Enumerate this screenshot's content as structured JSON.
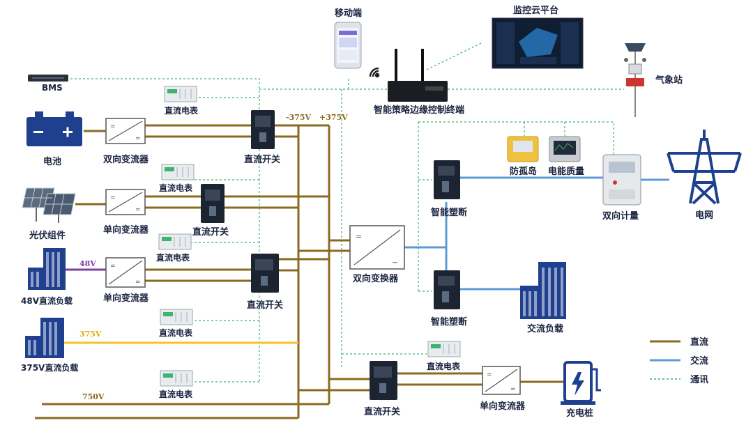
{
  "labels": {
    "mobile": "移动端",
    "cloud": "监控云平台",
    "bms": "BMS",
    "weather": "气象站",
    "edge": "智能策略边缘控制终端",
    "battery": "电池",
    "pv": "光伏组件",
    "load48": "48V直流负载",
    "load375": "375V直流负载",
    "bidir_conv": "双向变流器",
    "uni_conv_1": "单向变流器",
    "uni_conv_2": "单向变流器",
    "uni_conv_3": "单向变流器",
    "dc_meter_1": "直流电表",
    "dc_meter_2": "直流电表",
    "dc_meter_3": "直流电表",
    "dc_meter_4": "直流电表",
    "dc_meter_5": "直流电表",
    "dc_meter_6": "直流电表",
    "dc_switch_1": "直流开关",
    "dc_switch_2": "直流开关",
    "dc_switch_3": "直流开关",
    "dc_switch_4": "直流开关",
    "bidir_inverter": "双向变换器",
    "smart_breaker_1": "智能塑断",
    "smart_breaker_2": "智能塑断",
    "anti_island": "防孤岛",
    "power_quality": "电能质量",
    "bidir_meter": "双向计量",
    "grid": "电网",
    "ac_load": "交流负载",
    "charger": "充电桩"
  },
  "voltages": {
    "neg375": "-375V",
    "pos375": "+375V",
    "v48": "48V",
    "v375": "375V",
    "v750": "750V"
  },
  "legend": {
    "dc": "直流",
    "ac": "交流",
    "comm": "通讯"
  },
  "colors": {
    "dc": "#8a6a1f",
    "ac": "#5b9bd5",
    "comm": "#3cb371",
    "v48": "#7a3fa0",
    "v375": "#f5c228",
    "icon": "#1f3f8f"
  }
}
